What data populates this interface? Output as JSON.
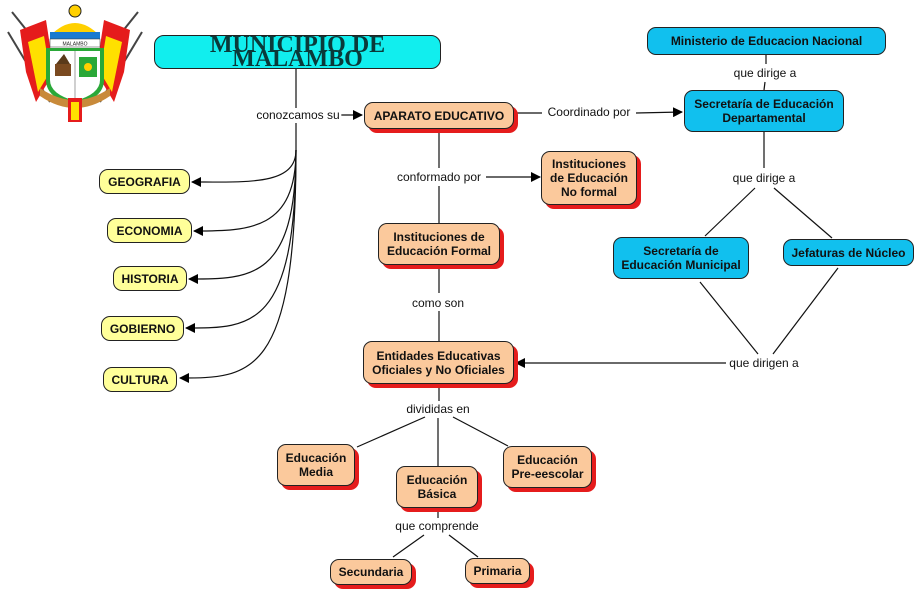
{
  "title": "MUNICIPIO DE MALAMBO",
  "logo": {
    "icon": "municipal-coat-of-arms-icon",
    "banner_text": "MALAMBO"
  },
  "colors": {
    "title_fill": "#11eeee",
    "orange_fill": "#fbc99c",
    "orange_shadow": "#e51c1c",
    "yellow_fill": "#ffff99",
    "blue_fill": "#11c0ee"
  },
  "nodes": {
    "aparato": "APARATO EDUCATIVO",
    "geografia": "GEOGRAFIA",
    "economia": "ECONOMIA",
    "historia": "HISTORIA",
    "gobierno": "GOBIERNO",
    "cultura": "CULTURA",
    "no_formal": "Instituciones\nde Educación\nNo formal",
    "formal": "Instituciones de\nEducación Formal",
    "entidades": "Entidades Educativas\nOficiales y No Oficiales",
    "media": "Educación\nMedia",
    "basica": "Educación\nBásica",
    "preescolar": "Educación\nPre-eescolar",
    "secundaria": "Secundaria",
    "primaria": "Primaria",
    "ministerio": "Ministerio de Educacion Nacional",
    "sec_departamental": "Secretaría de Educación\nDepartamental",
    "sec_municipal": "Secretaría de\nEducación Municipal",
    "jefaturas": "Jefaturas de Núcleo"
  },
  "links": {
    "conozcamos": "conozcamos su",
    "coordinado": "Coordinado por",
    "conformado": "conformado por",
    "como_son": "como son",
    "divididas": "divididas en",
    "comprende": "que comprende",
    "dirige_1": "que dirige a",
    "dirige_2": "que dirige a",
    "dirigen": "que dirigen a"
  }
}
